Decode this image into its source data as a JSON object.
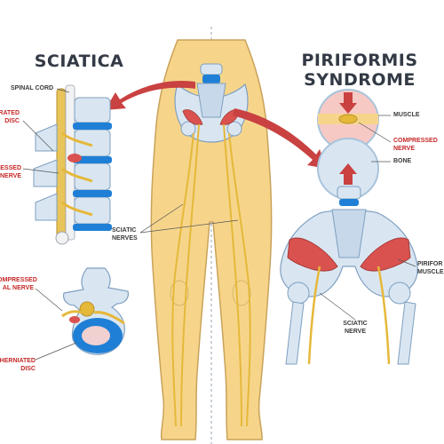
{
  "titles": {
    "left": "SCIATICA",
    "right_line1": "PIRIFORMIS",
    "right_line2": "SYNDROME"
  },
  "labels": {
    "spinal_cord": "SPINAL CORD",
    "herniated_disc_top": [
      "RATED",
      "DISC"
    ],
    "compressed_nerve_top": [
      "ESSED",
      "NERVE"
    ],
    "compressed_spinal_nerve": [
      "COMPRESSED",
      "AL NERVE"
    ],
    "herniated_disc_bottom": [
      "HERNIATED",
      "DISC"
    ],
    "sciatic_nerves": [
      "SCIATIC",
      "NERVES"
    ],
    "muscle": "MUSCLE",
    "compressed_nerve_right": [
      "COMPRESSED",
      "NERVE"
    ],
    "bone": "BONE",
    "piriformis_muscle": [
      "PIRIFOR",
      "MUSCLE"
    ],
    "sciatic_nerve": [
      "SCIATIC",
      "NERVE"
    ]
  },
  "colors": {
    "skin": "#f6d58b",
    "skin_outline": "#c9a25a",
    "bone": "#d9e6f2",
    "bone_dark": "#a8c4dc",
    "muscle": "#d9524f",
    "disc": "#1f7fd6",
    "nerve": "#e6b83a",
    "arrow": "#c94141",
    "label_red": "#c62828"
  }
}
